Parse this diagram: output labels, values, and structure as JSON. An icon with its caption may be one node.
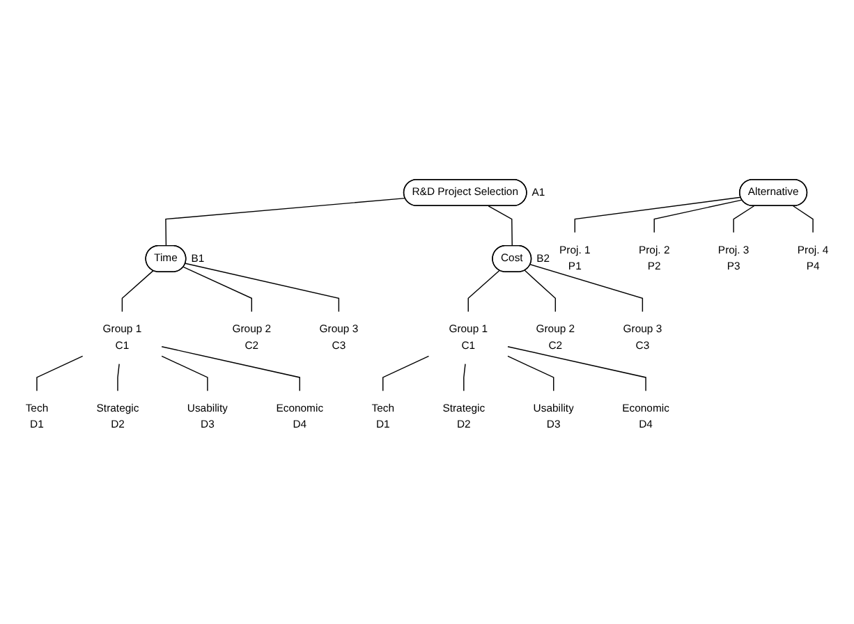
{
  "diagram": {
    "nodes": [
      {
        "text": [
          "R&D Project Selection"
        ],
        "beside": [
          "A1"
        ]
      },
      {
        "text": [
          "Time"
        ],
        "beside": [
          "B1"
        ]
      },
      {
        "text": [
          "Cost"
        ],
        "beside": [
          "B2"
        ]
      },
      {
        "text": [
          "Group 1"
        ],
        "beside": [
          "C1"
        ]
      },
      {
        "text": [
          "Group 2"
        ],
        "beside": [
          "C2"
        ]
      },
      {
        "text": [
          "Group 3"
        ],
        "beside": [
          "C3"
        ]
      },
      {
        "text": [
          "Tech"
        ],
        "beside": [
          "D1"
        ]
      },
      {
        "text": [
          "Strategic"
        ],
        "beside": [
          "D2"
        ]
      },
      {
        "text": [
          "Usability"
        ],
        "beside": [
          "D3"
        ]
      },
      {
        "text": [
          "Economic"
        ],
        "beside": [
          "D4"
        ]
      },
      {
        "text": [
          "Group 1"
        ],
        "beside": [
          "C1"
        ]
      },
      {
        "text": [
          "Group 2"
        ],
        "beside": [
          "C2"
        ]
      },
      {
        "text": [
          "Group 3"
        ],
        "beside": [
          "C3"
        ]
      },
      {
        "text": [
          "Tech"
        ],
        "beside": [
          "D1"
        ]
      },
      {
        "text": [
          "Strategic"
        ],
        "beside": [
          "D2"
        ]
      },
      {
        "text": [
          "Usability"
        ],
        "beside": [
          "D3"
        ]
      },
      {
        "text": [
          "Economic"
        ],
        "beside": [
          "D4"
        ]
      },
      {
        "text": [
          "Alternative"
        ]
      },
      {
        "text": [
          "Proj. 1"
        ],
        "beside": [
          "P1"
        ]
      },
      {
        "text": [
          "Proj. 2"
        ],
        "beside": [
          "P2"
        ]
      },
      {
        "text": [
          "Proj. 3"
        ],
        "beside": [
          "P3"
        ]
      },
      {
        "text": [
          "Proj. 4"
        ],
        "beside": [
          "P4"
        ]
      }
    ],
    "edges": [
      {
        "from": 0,
        "to": 1,
        "arrow": "none"
      },
      {
        "from": 0,
        "to": 2,
        "arrow": "none"
      },
      {
        "from": 1,
        "to": 3,
        "arrow": "none"
      },
      {
        "from": 1,
        "to": 4,
        "arrow": "none"
      },
      {
        "from": 1,
        "to": 5,
        "arrow": "none"
      },
      {
        "from": 3,
        "to": 6,
        "arrow": "none"
      },
      {
        "from": 3,
        "to": 7,
        "arrow": "none"
      },
      {
        "from": 3,
        "to": 8,
        "arrow": "none"
      },
      {
        "from": 3,
        "to": 9,
        "arrow": "none"
      },
      {
        "from": 2,
        "to": 10,
        "arrow": "none"
      },
      {
        "from": 2,
        "to": 11,
        "arrow": "none"
      },
      {
        "from": 2,
        "to": 12,
        "arrow": "none"
      },
      {
        "from": 10,
        "to": 13,
        "arrow": "none"
      },
      {
        "from": 10,
        "to": 14,
        "arrow": "none"
      },
      {
        "from": 10,
        "to": 15,
        "arrow": "none"
      },
      {
        "from": 10,
        "to": 16,
        "arrow": "none"
      },
      {
        "from": 17,
        "to": 18,
        "arrow": "none"
      },
      {
        "from": 17,
        "to": 19,
        "arrow": "none"
      },
      {
        "from": 17,
        "to": 20,
        "arrow": "none"
      },
      {
        "from": 17,
        "to": 21,
        "arrow": "none"
      }
    ]
  }
}
